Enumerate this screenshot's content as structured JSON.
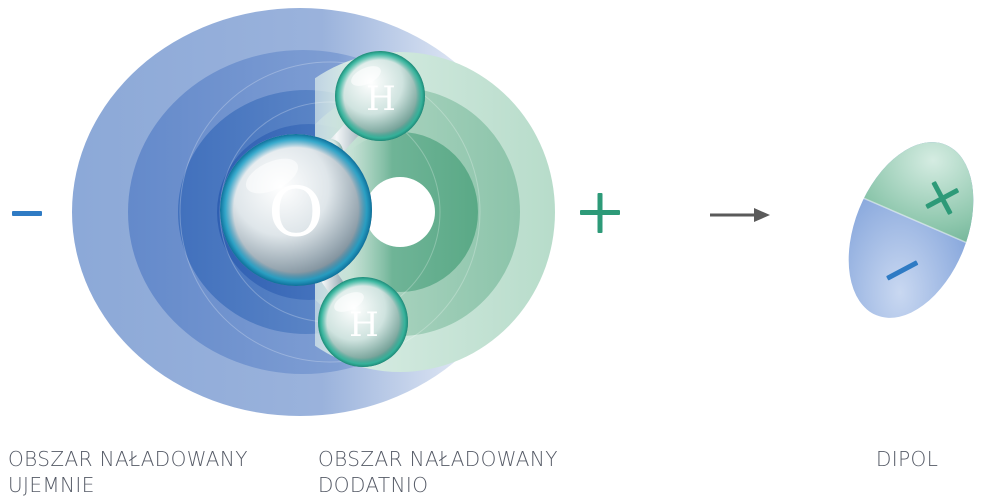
{
  "molecule": {
    "oxygen_label": "O",
    "hydrogen_top_label": "H",
    "hydrogen_bottom_label": "H"
  },
  "signs": {
    "negative": "–",
    "positive": "+"
  },
  "captions": {
    "negative_line1": "OBSZAR NAŁADOWANY",
    "negative_line2": "UJEMNIE",
    "positive_line1": "OBSZAR NAŁADOWANY",
    "positive_line2": "DODATNIO",
    "dipole": "DIPOL"
  },
  "colors": {
    "negative_region": "#3a6fbd",
    "positive_region": "#3e9a7a",
    "sign_negative": "#2f7bc4",
    "sign_positive": "#2d9a78",
    "arrow": "#5a5a5a",
    "caption_text": "#555a66"
  }
}
